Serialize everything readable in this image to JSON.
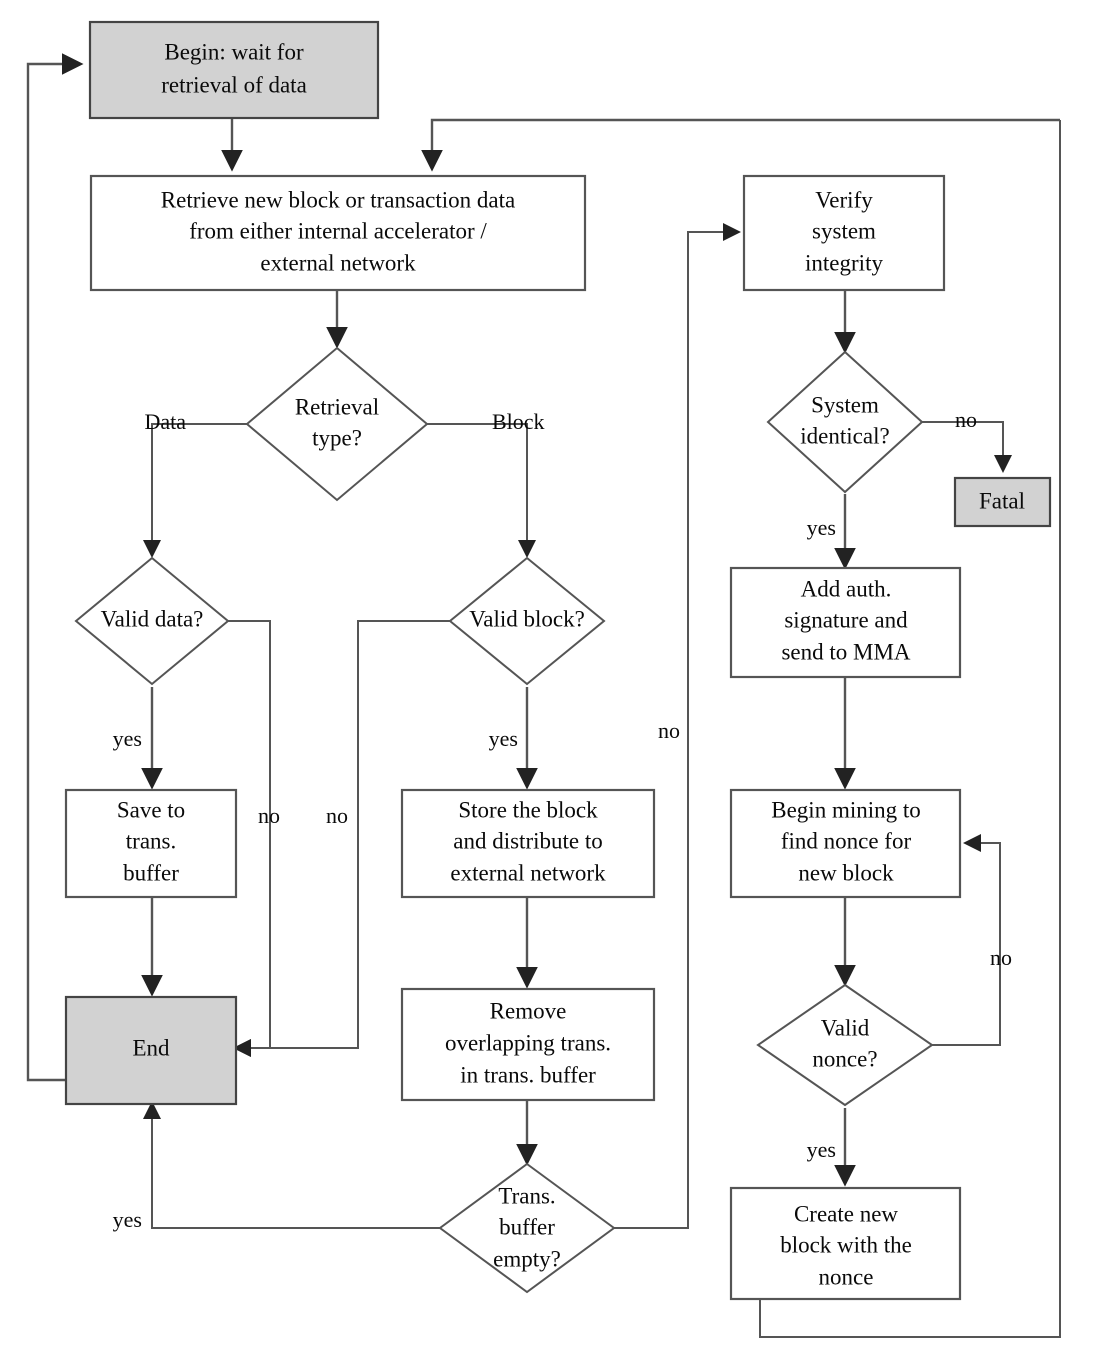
{
  "diagram": {
    "title": "Blockchain node processing flowchart",
    "colors": {
      "terminal_fill": "#d2d2d2",
      "process_fill": "#ffffff",
      "stroke": "#555555",
      "text": "#0a0a0a"
    },
    "nodes": [
      {
        "id": "begin",
        "type": "terminal",
        "shaded": true,
        "lines": [
          "Begin: wait for",
          "retrieval of data"
        ]
      },
      {
        "id": "retrieve",
        "type": "process",
        "shaded": false,
        "lines": [
          "Retrieve new block or transaction data",
          "from either internal accelerator /",
          "external network"
        ]
      },
      {
        "id": "retrieval_type",
        "type": "decision",
        "shaded": false,
        "lines": [
          "Retrieval",
          "type?"
        ]
      },
      {
        "id": "valid_data",
        "type": "decision",
        "shaded": false,
        "lines": [
          "Valid data?"
        ]
      },
      {
        "id": "valid_block",
        "type": "decision",
        "shaded": false,
        "lines": [
          "Valid block?"
        ]
      },
      {
        "id": "save_trans",
        "type": "process",
        "shaded": false,
        "lines": [
          "Save to",
          "trans.",
          "buffer"
        ]
      },
      {
        "id": "store_block",
        "type": "process",
        "shaded": false,
        "lines": [
          "Store the block",
          "and distribute to",
          "external network"
        ]
      },
      {
        "id": "end",
        "type": "terminal",
        "shaded": true,
        "lines": [
          "End"
        ]
      },
      {
        "id": "remove_overlap",
        "type": "process",
        "shaded": false,
        "lines": [
          "Remove",
          "overlapping trans.",
          "in trans. buffer"
        ]
      },
      {
        "id": "trans_empty",
        "type": "decision",
        "shaded": false,
        "lines": [
          "Trans.",
          "buffer",
          "empty?"
        ]
      },
      {
        "id": "verify",
        "type": "process",
        "shaded": false,
        "lines": [
          "Verify",
          "system",
          "integrity"
        ]
      },
      {
        "id": "system_ident",
        "type": "decision",
        "shaded": false,
        "lines": [
          "System",
          "identical?"
        ]
      },
      {
        "id": "fatal",
        "type": "terminal",
        "shaded": true,
        "lines": [
          "Fatal"
        ]
      },
      {
        "id": "add_auth",
        "type": "process",
        "shaded": false,
        "lines": [
          "Add auth.",
          "signature and",
          "send to MMA"
        ]
      },
      {
        "id": "begin_mining",
        "type": "process",
        "shaded": false,
        "lines": [
          "Begin mining to",
          "find nonce for",
          "new block"
        ]
      },
      {
        "id": "valid_nonce",
        "type": "decision",
        "shaded": false,
        "lines": [
          "Valid",
          "nonce?"
        ]
      },
      {
        "id": "create_block",
        "type": "process",
        "shaded": false,
        "lines": [
          "Create new",
          "block with the",
          "nonce"
        ]
      }
    ],
    "edge_labels": {
      "data": "Data",
      "block": "Block",
      "valid_data_yes": "yes",
      "valid_data_no": "no",
      "valid_block_yes": "yes",
      "valid_block_no": "no",
      "trans_empty_yes": "yes",
      "trans_empty_no": "no",
      "system_identical_no": "no",
      "system_identical_yes": "yes",
      "valid_nonce_yes": "yes",
      "valid_nonce_no": "no"
    }
  }
}
